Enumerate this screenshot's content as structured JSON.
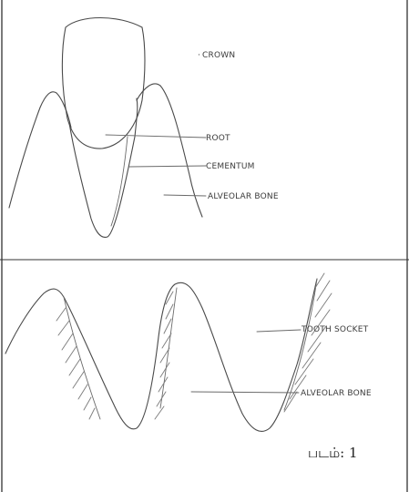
{
  "diagram": {
    "top": {
      "labels": {
        "crown": "CROWN",
        "root": "ROOT",
        "cementum": "CEMENTUM",
        "alveolar_bone": "ALVEOLAR BONE"
      }
    },
    "bottom": {
      "labels": {
        "tooth_socket": "TOOTH SOCKET",
        "alveolar_bone": "ALVEOLAR BONE"
      }
    },
    "caption": "படம்:  1"
  }
}
